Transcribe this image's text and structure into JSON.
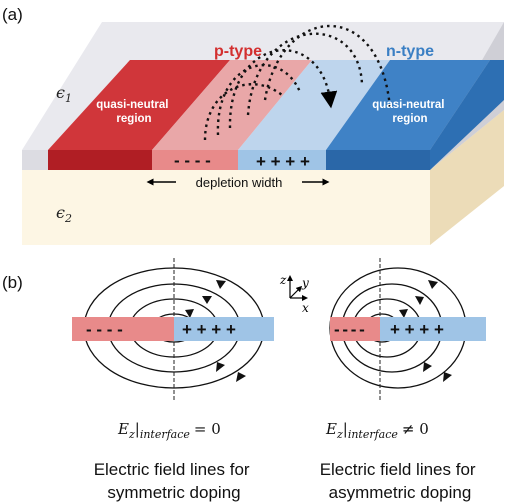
{
  "panel_a": {
    "label": "(a)",
    "p_type": "p-type",
    "n_type": "n-type",
    "eps1": "ϵ",
    "eps1_sub": "1",
    "eps2": "ϵ",
    "eps2_sub": "2",
    "left_region": [
      "quasi-neutral",
      "region"
    ],
    "right_region": [
      "quasi-neutral",
      "region"
    ],
    "minus_charges": "- - - -",
    "plus_charges": "+ + + +",
    "depletion": "depletion width"
  },
  "panel_b": {
    "label": "(b)",
    "axes": {
      "z": "z",
      "y": "y",
      "x": "x"
    },
    "sym": {
      "minus": "-  -  -  -",
      "plus": "+  +  +  +",
      "eq_E": "E",
      "eq_sub_z": "z",
      "eq_sub_interface": "interface",
      "eq_rel": "= 0",
      "caption": [
        "Electric field lines for",
        "symmetric doping"
      ]
    },
    "asym": {
      "minus": "- - - -",
      "plus": "+  +  +  +",
      "eq_E": "E",
      "eq_sub_z": "z",
      "eq_sub_interface": "interface",
      "eq_rel": "≠ 0",
      "caption": [
        "Electric field lines for",
        "asymmetric doping"
      ]
    }
  },
  "colors": {
    "p_red": "#d32f2f",
    "n_blue": "#3a7fc4",
    "substrate": "#fdf5e1",
    "top_layer": "#eaeaee",
    "p_light": "#e88a8a",
    "n_light": "#9fc4e6"
  }
}
